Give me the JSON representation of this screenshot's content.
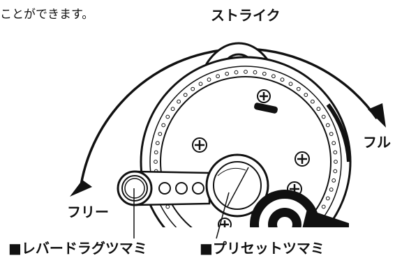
{
  "intro_text": "ことができます。",
  "labels": {
    "strike": "ストライク",
    "full": "フル",
    "free": "フリー",
    "lever_drag_knob": "■レバードラグツマミ",
    "preset_knob": "■プリセットツマミ"
  },
  "colors": {
    "line": "#111111",
    "background": "#ffffff"
  }
}
